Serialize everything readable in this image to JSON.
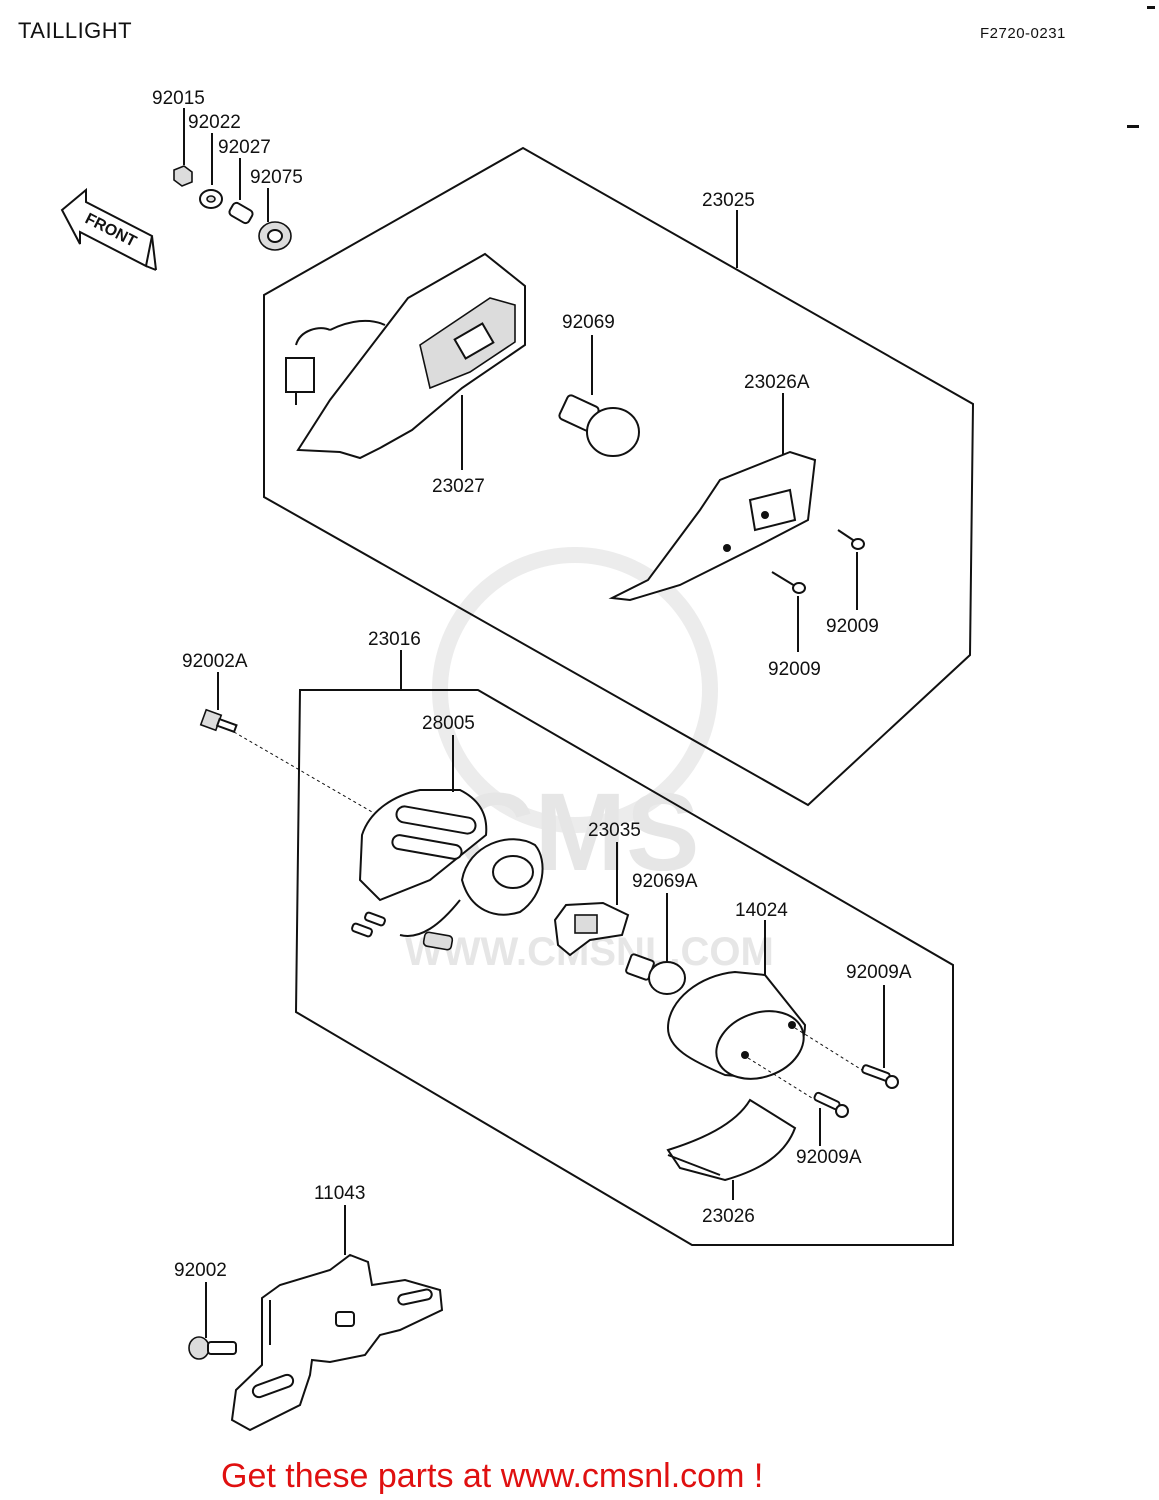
{
  "header": {
    "title": "TAILLIGHT",
    "code": "F2720-0231"
  },
  "front_arrow": {
    "label": "FRONT"
  },
  "watermark": {
    "text": "CMS",
    "url": "WWW.CMSNL.COM"
  },
  "parts": {
    "p92015": "92015",
    "p92022": "92022",
    "p92027": "92027",
    "p92075": "92075",
    "p23025": "23025",
    "p92069": "92069",
    "p23026A": "23026A",
    "p23027": "23027",
    "p92009_a": "92009",
    "p92009_b": "92009",
    "p23016": "23016",
    "p92002A": "92002A",
    "p28005": "28005",
    "p23035": "23035",
    "p92069A": "92069A",
    "p14024": "14024",
    "p92009A_a": "92009A",
    "p92009A_b": "92009A",
    "p23026": "23026",
    "p11043": "11043",
    "p92002": "92002"
  },
  "footer": {
    "text": "Get these parts at www.cmsnl.com !"
  }
}
